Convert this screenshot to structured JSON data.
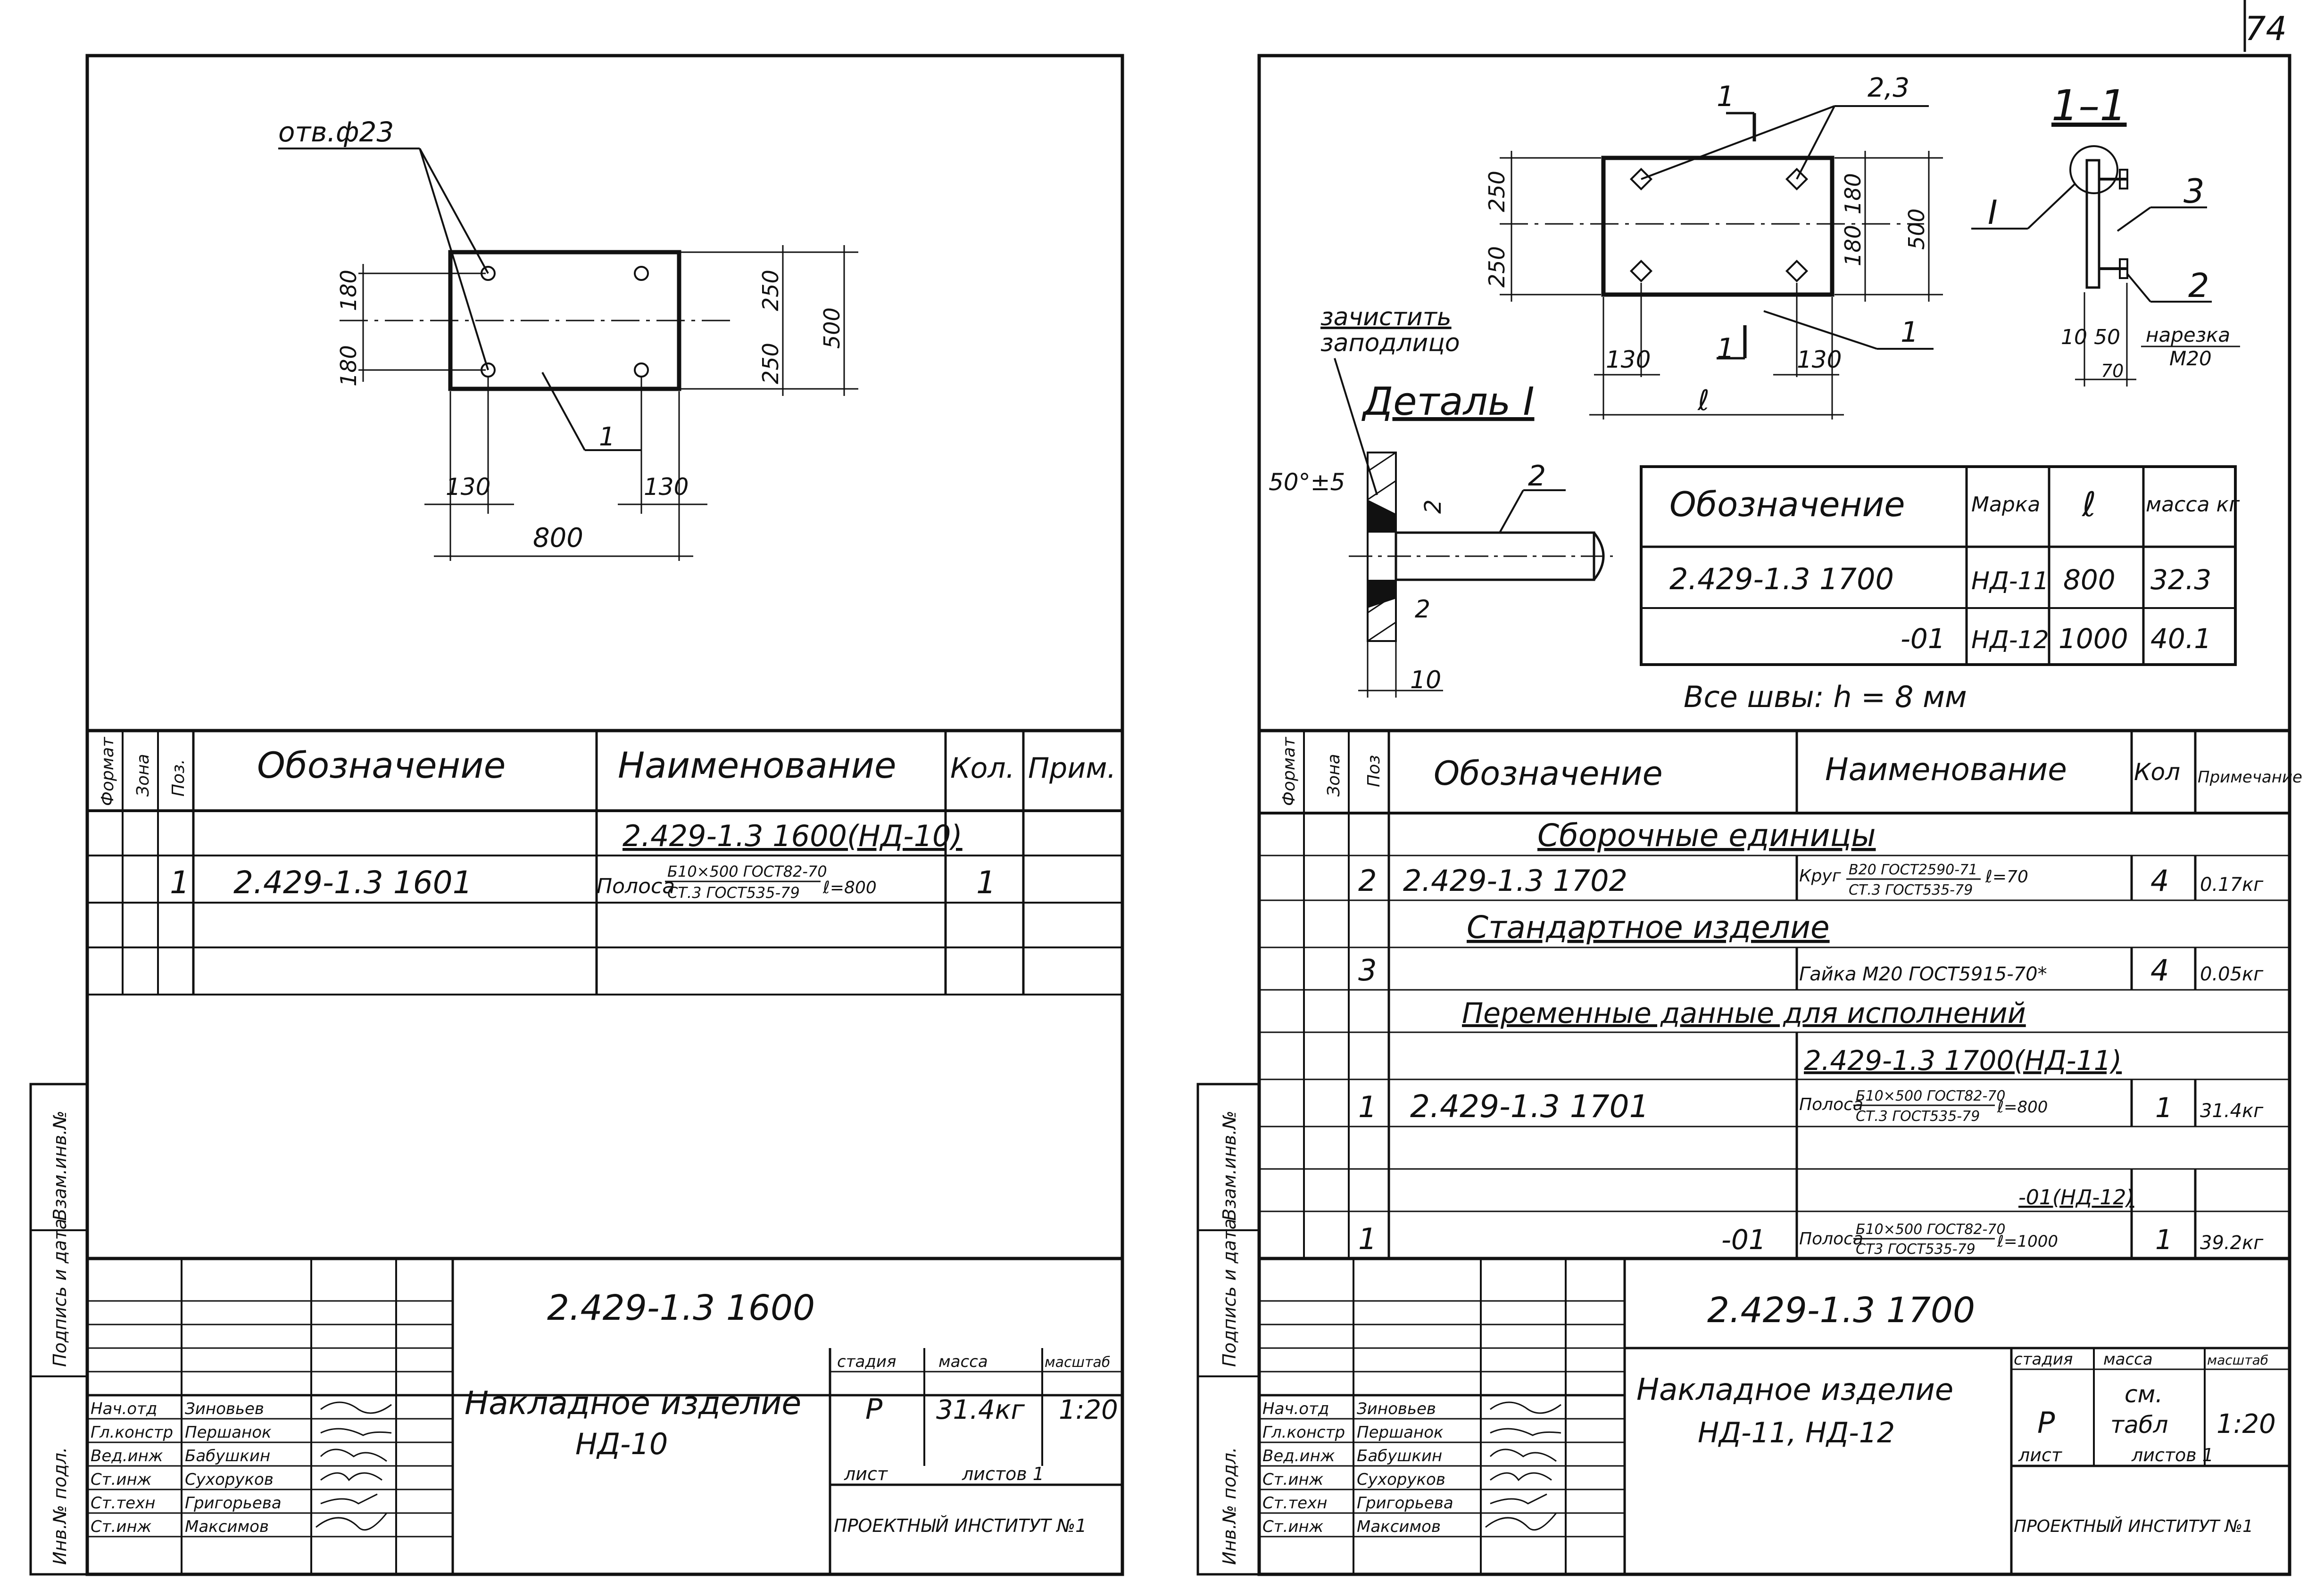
{
  "page_number": "74",
  "sheet_left": {
    "drawing": {
      "hole_note": "отв.ф23",
      "dims": {
        "d180a": "180",
        "d180b": "180",
        "d250a": "250",
        "d250b": "250",
        "d500": "500",
        "d130a": "130",
        "d130b": "130",
        "d800": "800"
      },
      "leader_1": "1"
    },
    "spec_headers": {
      "format": "Формат",
      "zone": "Зона",
      "pos": "Поз.",
      "designation": "Обозначение",
      "name": "Наименование",
      "qty": "Кол.",
      "note": "Прим."
    },
    "spec_rows": [
      {
        "pos": "",
        "designation": "",
        "name": "2.429-1.3  1600(НД-10)",
        "qty": "",
        "note": ""
      },
      {
        "pos": "1",
        "designation": "2.429-1.3  1601",
        "name": "Полоса",
        "frac_top": "Б10×500 ГОСТ82-70",
        "frac_bottom": "СТ.3 ГОСТ535-79",
        "suffix": "ℓ=800",
        "qty": "1",
        "note": ""
      }
    ],
    "side_stamps": {
      "s1": "Взам.инв.№",
      "s2": "Подпись и дата",
      "s3": "Инв.№ подл."
    },
    "title_block": {
      "code": "2.429-1.3  1600",
      "title_line1": "Накладное изделие",
      "title_line2": "НД-10",
      "stage_label": "стадия",
      "mass_label": "масса",
      "scale_label": "масштаб",
      "stage": "Р",
      "mass": "31.4кг",
      "scale": "1:20",
      "sheet_label": "лист",
      "sheets_label": "листов 1",
      "org": "ПРОЕКТНЫЙ ИНСТИТУТ №1",
      "people": [
        {
          "role": "Нач.отд",
          "name": "Зиновьев"
        },
        {
          "role": "Гл.констр",
          "name": "Першанок"
        },
        {
          "role": "Вед.инж",
          "name": "Бабушкин"
        },
        {
          "role": "Ст.инж",
          "name": "Сухоруков"
        },
        {
          "role": "Ст.техн",
          "name": "Григорьева"
        },
        {
          "role": "Ст.инж",
          "name": "Максимов"
        }
      ]
    }
  },
  "sheet_right": {
    "drawing": {
      "cut_1": "1",
      "cut_1b": "1",
      "pos_23": "2,3",
      "pos_1": "1",
      "section_title": "1–1",
      "detail_mark": "I",
      "pos_3": "3",
      "pos_2": "2",
      "thread_note": "нарезка",
      "thread_size": "М20",
      "d10": "10",
      "d50": "50",
      "d70": "70",
      "dims": {
        "d250a": "250",
        "d250b": "250",
        "d180a": "180",
        "d180b": "180",
        "d500": "500",
        "d130a": "130",
        "d130b": "130",
        "dl": "ℓ"
      },
      "clean_note1": "зачистить",
      "clean_note2": "заподлицо",
      "detail_title": "Деталь I",
      "angle": "50°±5",
      "weld_a": "2",
      "weld_b": "2",
      "d10b": "10",
      "pos_2b": "2",
      "weld_note": "Все швы:  h = 8 мм"
    },
    "variant_table": {
      "headers": {
        "designation": "Обозначение",
        "mark": "Марка",
        "l": "ℓ",
        "mass": "масса кг"
      },
      "rows": [
        {
          "designation": "2.429-1.3  1700",
          "mark": "НД-11",
          "l": "800",
          "mass": "32.3"
        },
        {
          "designation": "-01",
          "mark": "НД-12",
          "l": "1000",
          "mass": "40.1"
        }
      ]
    },
    "spec_headers": {
      "format": "Формат",
      "zone": "Зона",
      "pos": "Поз",
      "designation": "Обозначение",
      "name": "Наименование",
      "qty": "Кол",
      "note": "Примечание"
    },
    "spec_rows": [
      {
        "section": "Сборочные единицы"
      },
      {
        "pos": "2",
        "designation": "2.429-1.3  1702",
        "name": "Круг",
        "frac_top": "В20 ГОСТ2590-71",
        "frac_bottom": "СТ.3 ГОСТ535-79",
        "suffix": "ℓ=70",
        "qty": "4",
        "note": "0.17кг"
      },
      {
        "section": "Стандартное изделие"
      },
      {
        "pos": "3",
        "designation": "",
        "name": "Гайка М20 ГОСТ5915-70*",
        "qty": "4",
        "note": "0.05кг"
      },
      {
        "section": "Переменные данные для исполнений"
      },
      {
        "subhead": "2.429-1.3  1700(НД-11)"
      },
      {
        "pos": "1",
        "designation": "2.429-1.3  1701",
        "name": "Полоса",
        "frac_top": "Б10×500 ГОСТ82-70",
        "frac_bottom": "СТ.3 ГОСТ535-79",
        "suffix": "ℓ=800",
        "qty": "1",
        "note": "31.4кг"
      },
      {
        "subhead": "-01(НД-12)"
      },
      {
        "pos": "1",
        "designation": "-01",
        "name": "Полоса",
        "frac_top": "Б10×500 ГОСТ82-70",
        "frac_bottom": "СТ3 ГОСТ535-79",
        "suffix": "ℓ=1000",
        "qty": "1",
        "note": "39.2кг"
      }
    ],
    "side_stamps": {
      "s1": "Взам.инв.№",
      "s2": "Подпись и дата",
      "s3": "Инв.№ подл."
    },
    "title_block": {
      "code": "2.429-1.3   1700",
      "title_line1": "Накладное изделие",
      "title_line2": "НД-11, НД-12",
      "stage_label": "стадия",
      "mass_label": "масса",
      "scale_label": "масштаб",
      "stage": "Р",
      "mass_line1": "см.",
      "mass_line2": "табл",
      "scale": "1:20",
      "sheet_label": "лист",
      "sheets_label": "листов 1",
      "org": "ПРОЕКТНЫЙ ИНСТИТУТ №1",
      "people": [
        {
          "role": "Нач.отд",
          "name": "Зиновьев"
        },
        {
          "role": "Гл.констр",
          "name": "Першанок"
        },
        {
          "role": "Вед.инж",
          "name": "Бабушкин"
        },
        {
          "role": "Ст.инж",
          "name": "Сухоруков"
        },
        {
          "role": "Ст.техн",
          "name": "Григорьева"
        },
        {
          "role": "Ст.инж",
          "name": "Максимов"
        }
      ]
    }
  }
}
